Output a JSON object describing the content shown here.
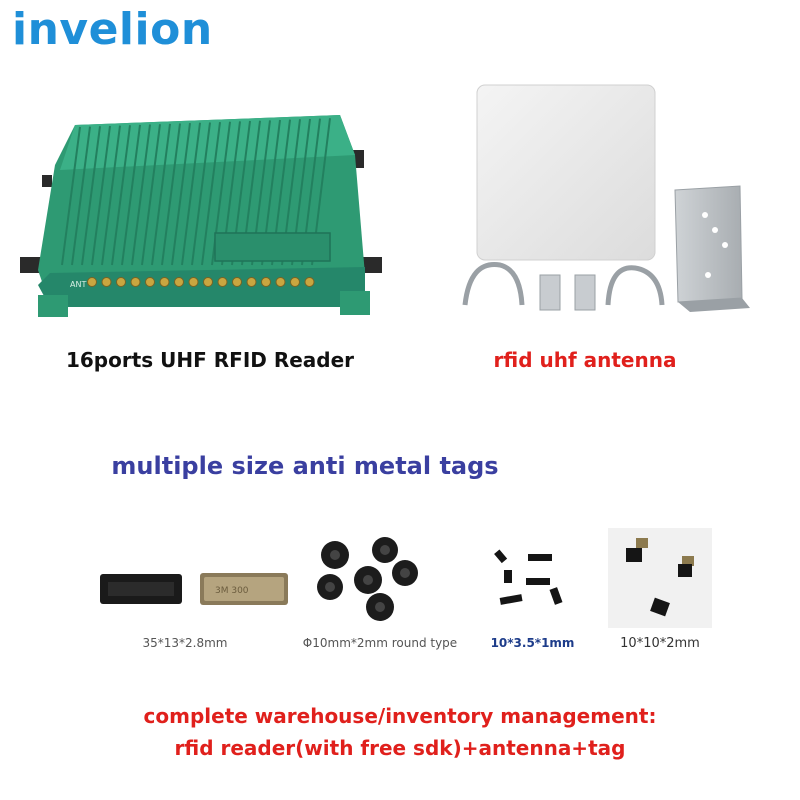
{
  "brand": {
    "name": "invelion",
    "color": "#1f8fd8"
  },
  "products": {
    "reader_caption": "16ports UHF RFID Reader",
    "antenna_caption": "rfid uhf antenna",
    "reader_port_label": "ANT",
    "reader_color": "#2e9a73"
  },
  "tags_heading": "multiple size anti metal tags",
  "tags": [
    {
      "caption": "35*13*2.8mm"
    },
    {
      "caption": "Φ10mm*2mm round type"
    },
    {
      "caption": "10*3.5*1mm"
    },
    {
      "caption": "10*10*2mm"
    }
  ],
  "tag_print": "3M 300",
  "footer": {
    "line1": "complete warehouse/inventory management:",
    "line2": "rfid reader(with free sdk)+antenna+tag"
  }
}
